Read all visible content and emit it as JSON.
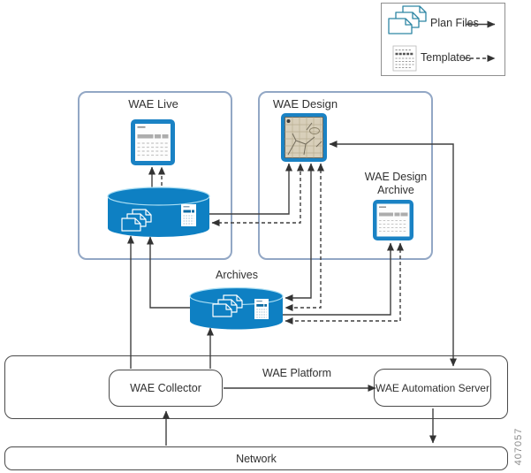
{
  "legend": {
    "plan_files_label": "Plan Files",
    "templates_label": "Templates"
  },
  "nodes": {
    "wae_live": {
      "title": "WAE Live"
    },
    "wae_design": {
      "title": "WAE Design"
    },
    "wae_design_archive": {
      "line1": "WAE Design",
      "line2": "Archive"
    },
    "archives": {
      "title": "Archives"
    },
    "wae_platform": {
      "title": "WAE Platform"
    },
    "wae_collector": {
      "title": "WAE Collector"
    },
    "wae_automation_server": {
      "title": "WAE Automation Server"
    },
    "network": {
      "title": "Network"
    }
  },
  "figure_number": "407057",
  "colors": {
    "cylinder_blue": "#0e80c3",
    "icon_frame_blue": "#1a82c4",
    "container_border": "#92a7c5",
    "connector_line": "#3f3f3f",
    "legend_teal": "#2e86a4",
    "map_beige": "#d8cfba"
  }
}
